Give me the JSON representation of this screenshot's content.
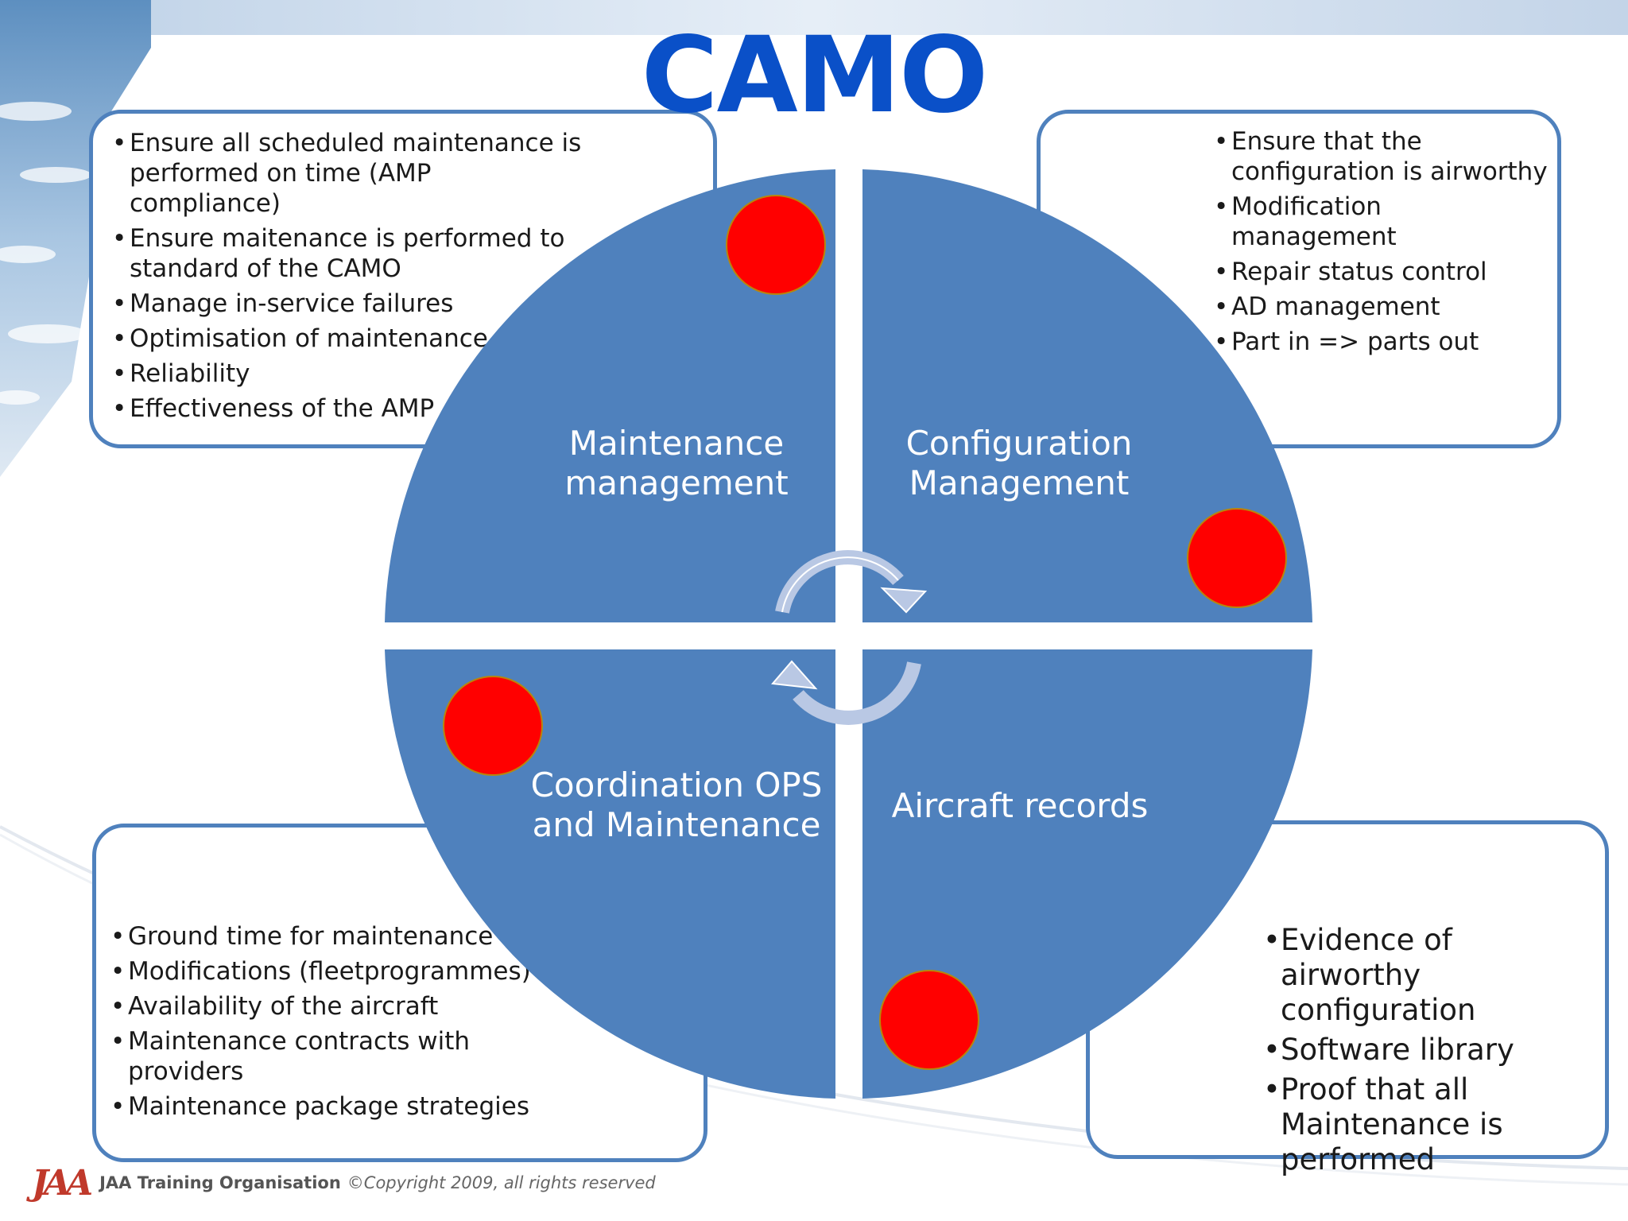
{
  "title": "CAMO",
  "colors": {
    "title": "#0a50c8",
    "quadrant": "#4f81bd",
    "box_border": "#4f81bd",
    "marker": "#ff0000",
    "arrow": "#b9c8e4"
  },
  "quadrants": {
    "top_left": {
      "line1": "Maintenance",
      "line2": "management"
    },
    "top_right": {
      "line1": "Configuration",
      "line2": "Management"
    },
    "bottom_left": {
      "line1": "Coordination OPS",
      "line2": "and Maintenance"
    },
    "bottom_right": {
      "line1": "Aircraft records"
    }
  },
  "boxes": {
    "top_left": [
      "Ensure all scheduled maintenance is performed on time  (AMP compliance)",
      "Ensure maitenance is performed to standard of the CAMO",
      "Manage in-service failures",
      "Optimisation of maintenance",
      "Reliability",
      "Effectiveness of the AMP"
    ],
    "top_right": [
      "Ensure that the configuration is  airworthy",
      "Modification management",
      "Repair status control",
      "AD management",
      "Part in => parts out"
    ],
    "bottom_left": [
      "Ground time for maintenance",
      "Modifications (fleetprogrammes)",
      "Availability of the aircraft",
      "Maintenance contracts with providers",
      "Maintenance package strategies"
    ],
    "bottom_right": [
      "Evidence of airworthy configuration",
      "Software library",
      "Proof that all Maintenance is performed"
    ]
  },
  "footer": {
    "logo": "JAA",
    "org": "JAA Training Organisation",
    "copyright": "©Copyright 2009, all rights reserved"
  }
}
